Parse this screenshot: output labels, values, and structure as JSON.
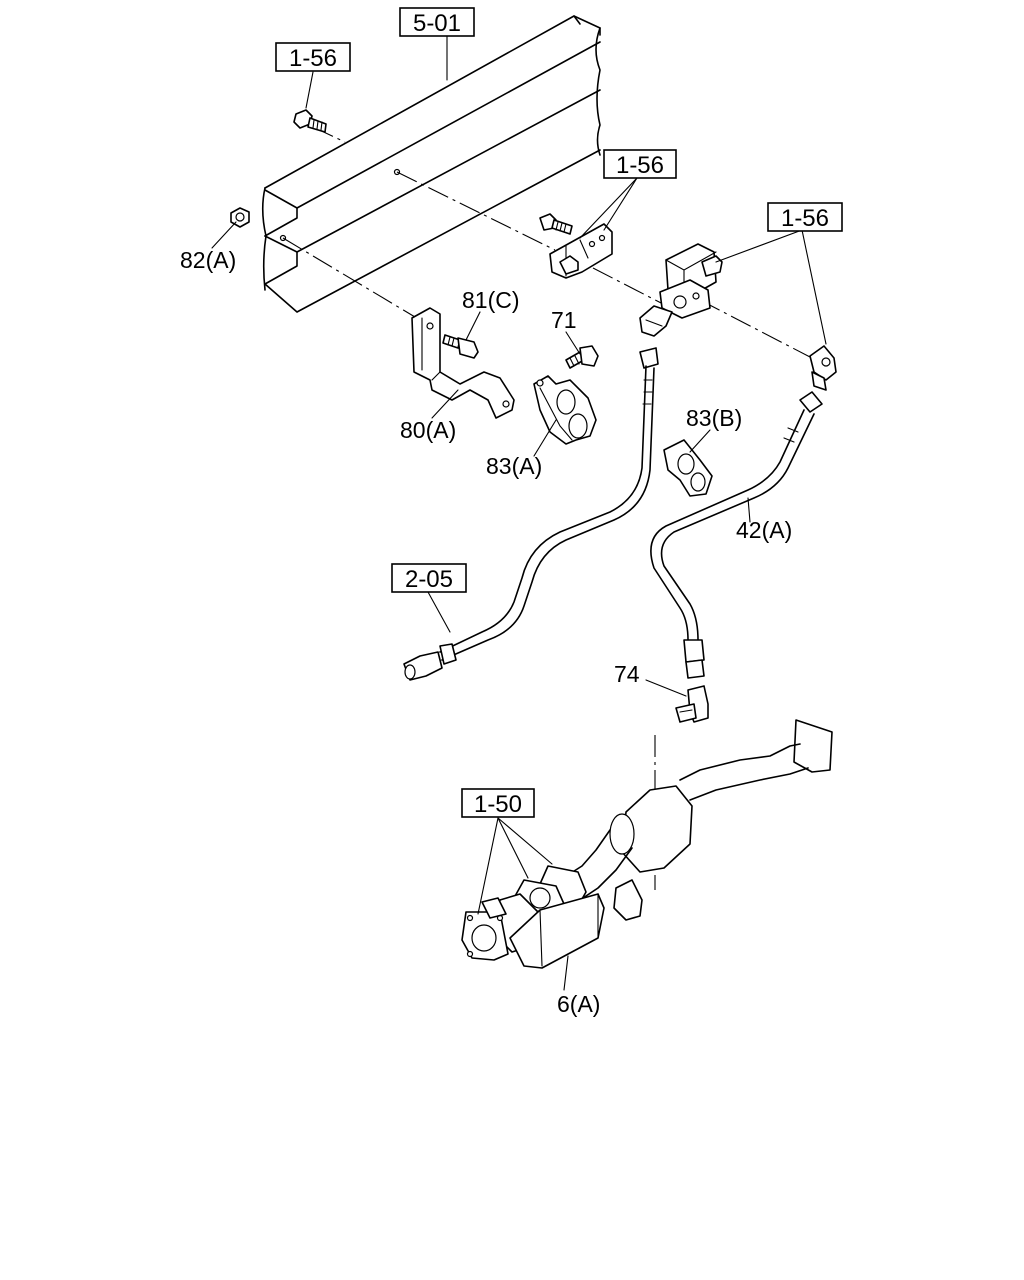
{
  "refs": {
    "r_5_01": "5-01",
    "r_1_56_top": "1-56",
    "r_1_56_mid": "1-56",
    "r_1_56_right": "1-56",
    "r_2_05": "2-05",
    "r_1_50": "1-50"
  },
  "parts": {
    "p82a": "82(A)",
    "p81c": "81(C)",
    "p71": "71",
    "p80a": "80(A)",
    "p83a": "83(A)",
    "p83b": "83(B)",
    "p42a": "42(A)",
    "p74": "74",
    "p6a": "6(A)"
  }
}
